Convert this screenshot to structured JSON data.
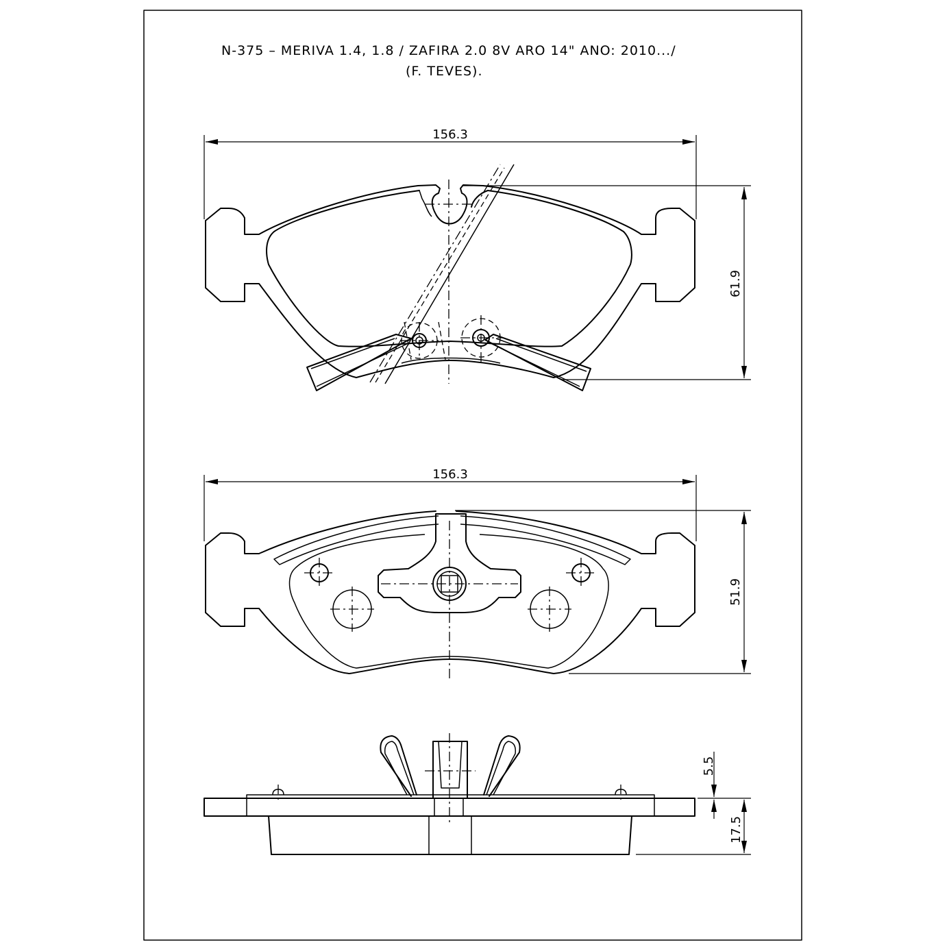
{
  "title": {
    "line1": "N-375 – MERIVA 1.4, 1.8 / ZAFIRA 2.0 8V ARO 14\" ANO: 2010.../",
    "line2": "(F. TEVES)."
  },
  "views": {
    "top": {
      "width_label": "156.3",
      "height_label": "61.9"
    },
    "front": {
      "width_label": "156.3",
      "height_label": "51.9"
    },
    "side": {
      "clip_label": "5.5",
      "thickness_label": "17.5"
    }
  }
}
